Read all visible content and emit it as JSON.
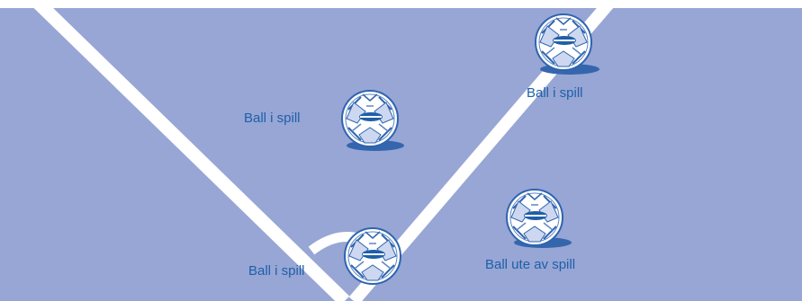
{
  "colors": {
    "pitch": "#97a6d5",
    "line": "#ffffff",
    "shadow": "#3566ad",
    "ball_stroke": "#2f64b0",
    "ball_fill": "#ffffff",
    "label_text": "#1f5fa8"
  },
  "balls": [
    {
      "id": "ball-center",
      "label": "Ball i spill",
      "status": "in-play"
    },
    {
      "id": "ball-top-right",
      "label": "Ball i spill",
      "status": "in-play"
    },
    {
      "id": "ball-corner",
      "label": "Ball i spill",
      "status": "in-play"
    },
    {
      "id": "ball-outside",
      "label": "Ball ute av spill",
      "status": "out-of-play"
    }
  ]
}
